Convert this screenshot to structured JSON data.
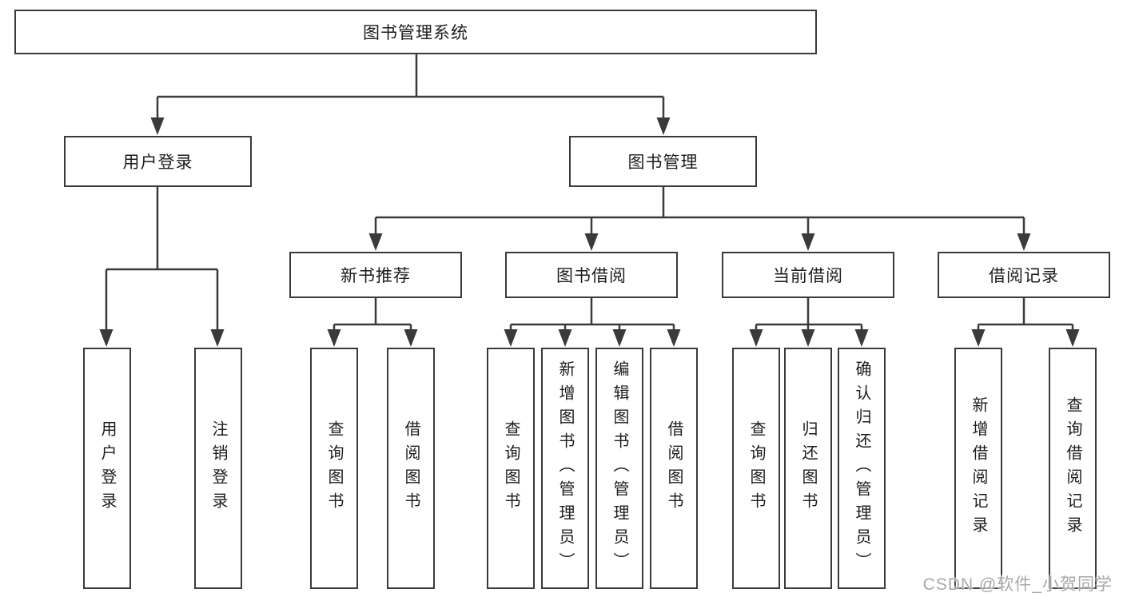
{
  "colors": {
    "line": "#3a3a3a",
    "box_border": "#3a3a3a",
    "box_background": "#ffffff",
    "text": "#1c1c1c",
    "watermark": "#a8a8a8"
  },
  "tree": {
    "root": "图书管理系统",
    "branches": [
      {
        "label": "用户登录",
        "children": [
          "用户登录",
          "注销登录"
        ]
      },
      {
        "label": "图书管理",
        "groups": [
          {
            "label": "新书推荐",
            "children": [
              "查询图书",
              "借阅图书"
            ]
          },
          {
            "label": "图书借阅",
            "children": [
              "查询图书",
              "新增图书（管理员）",
              "编辑图书（管理员）",
              "借阅图书"
            ]
          },
          {
            "label": "当前借阅",
            "children": [
              "查询图书",
              "归还图书",
              "确认归还（管理员）"
            ]
          },
          {
            "label": "借阅记录",
            "children": [
              "新增借阅记录",
              "查询借阅记录"
            ]
          }
        ]
      }
    ]
  },
  "watermark": "CSDN @软件_小贺同学"
}
